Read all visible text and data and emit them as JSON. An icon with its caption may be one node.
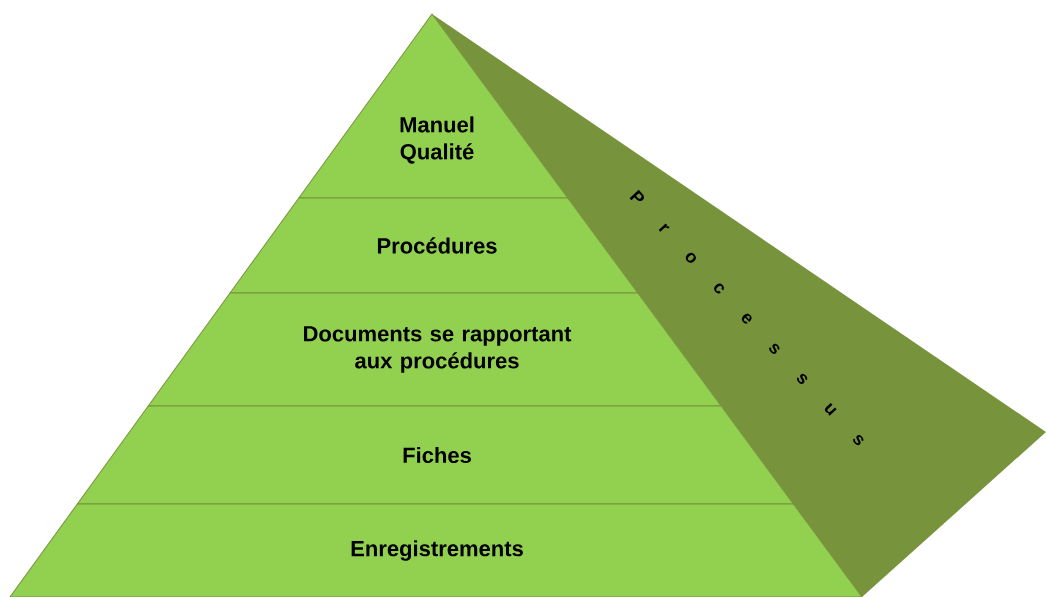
{
  "diagram": {
    "nodes": [
      {
        "text": [
          "Manuel Qualité"
        ]
      },
      {
        "text": [
          "Procédures"
        ]
      },
      {
        "text": [
          "Documents se rapportant aux procédures"
        ]
      },
      {
        "text": [
          "Fiches"
        ]
      },
      {
        "text": [
          "Enregistrements"
        ]
      },
      {
        "text": [
          "P r o c e s s u s"
        ]
      }
    ]
  }
}
